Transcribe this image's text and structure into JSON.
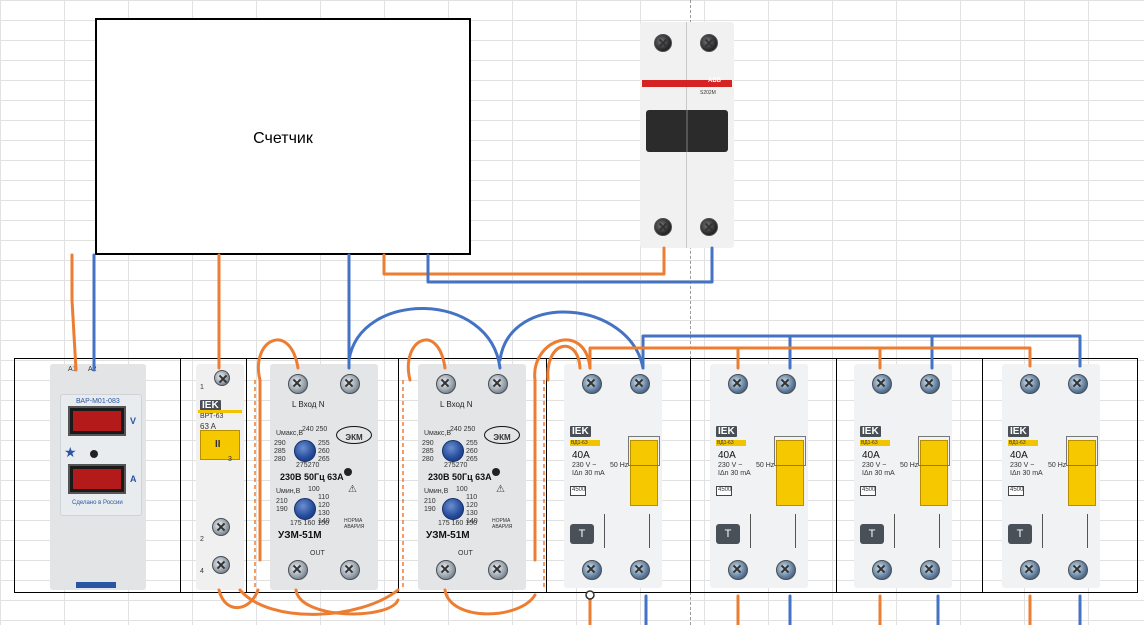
{
  "meter": {
    "label": "Счетчик"
  },
  "main_breaker": {
    "brand": "ABB",
    "model": "S202M"
  },
  "voltmeter": {
    "model": "ВАР-М01-083",
    "terminal_a1": "A1",
    "terminal_a2": "A2",
    "unit_v": "V",
    "unit_a": "A",
    "made_in": "Сделано в России",
    "icon": "star-icon"
  },
  "switch_disconnector": {
    "brand": "IEK",
    "model": "ВРТ-63",
    "rating": "63 A",
    "terminal_1": "1",
    "terminal_2": "2",
    "terminal_3": "3",
    "terminal_4": "4"
  },
  "voltage_relays": [
    {
      "logo": "ЭКМ",
      "in_label": "L  Вход  N",
      "in_l": "L",
      "in_n": "N",
      "umax_label": "Uмакс,В",
      "umin_label": "Uмин,В",
      "umax_scale_top": [
        "240",
        "250"
      ],
      "umax_scale_left": [
        "290",
        "285",
        "280"
      ],
      "umax_scale_right": [
        "255",
        "260",
        "265"
      ],
      "umax_scale_bottom": [
        "275",
        "270"
      ],
      "umin_scale_top": [
        "100"
      ],
      "umin_scale_left": [
        "210",
        "190"
      ],
      "umin_scale_right": [
        "110",
        "120",
        "130",
        "140"
      ],
      "umin_scale_bottom": [
        "175",
        "160",
        "150"
      ],
      "rating": "230В 50Гц 63А",
      "model": "УЗМ-51М",
      "normal": "НОРМА",
      "alarm": "АВАРИЯ",
      "out_label": "OUT"
    },
    {
      "logo": "ЭКМ",
      "in_label": "L  Вход  N",
      "in_l": "L",
      "in_n": "N",
      "umax_label": "Uмакс,В",
      "umin_label": "Uмин,В",
      "umax_scale_top": [
        "240",
        "250"
      ],
      "umax_scale_left": [
        "290",
        "285",
        "280"
      ],
      "umax_scale_right": [
        "255",
        "260",
        "265"
      ],
      "umax_scale_bottom": [
        "275",
        "270"
      ],
      "umin_scale_top": [
        "100"
      ],
      "umin_scale_left": [
        "210",
        "190"
      ],
      "umin_scale_right": [
        "110",
        "120",
        "130",
        "140"
      ],
      "umin_scale_bottom": [
        "175",
        "160",
        "150"
      ],
      "rating": "230В 50Гц 63А",
      "model": "УЗМ-51М",
      "normal": "НОРМА",
      "alarm": "АВАРИЯ",
      "out_label": "OUT"
    }
  ],
  "rcds": [
    {
      "brand": "IEK",
      "model": "ВД1-63",
      "current": "40A",
      "voltage": "230 V ~",
      "freq": "50 Hz",
      "leakage": "IΔn 30 mA",
      "capacity": "4500",
      "test": "T"
    },
    {
      "brand": "IEK",
      "model": "ВД1-63",
      "current": "40A",
      "voltage": "230 V ~",
      "freq": "50 Hz",
      "leakage": "IΔn 30 mA",
      "capacity": "4500",
      "test": "T"
    },
    {
      "brand": "IEK",
      "model": "ВД1-63",
      "current": "40A",
      "voltage": "230 V ~",
      "freq": "50 Hz",
      "leakage": "IΔn 30 mA",
      "capacity": "4500",
      "test": "T"
    },
    {
      "brand": "IEK",
      "model": "ВД1-63",
      "current": "40A",
      "voltage": "230 V ~",
      "freq": "50 Hz",
      "leakage": "IΔn 30 mA",
      "capacity": "4500",
      "test": "T"
    }
  ],
  "wire_colors": {
    "phase": "#ed7d31",
    "neutral": "#4472c4"
  }
}
